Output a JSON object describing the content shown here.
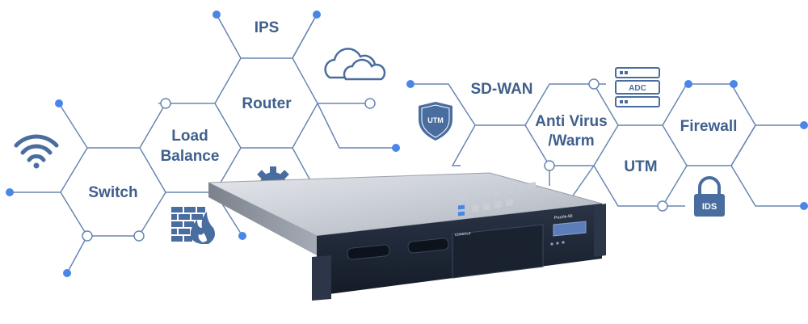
{
  "colors": {
    "line": "#6a86b2",
    "node": "#4a86e8",
    "text": "#3f5f8c",
    "icon": "#4a6da0",
    "chassis": "#1c2636",
    "chassis_top": "#c9ced6"
  },
  "labels": {
    "ips": "IPS",
    "router": "Router",
    "load_balance_1": "Load",
    "load_balance_2": "Balance",
    "switch": "Switch",
    "sdwan": "SD-WAN",
    "antivirus_1": "Anti Virus",
    "antivirus_2": "/Warm",
    "utm": "UTM",
    "firewall": "Firewall"
  },
  "icons": {
    "utm_badge": "UTM",
    "adc_server": "ADC",
    "ids_lock": "IDS",
    "wifi": "wifi-icon",
    "cloud": "cloud-icon",
    "gears": "gear-icon",
    "firewall_wall": "firewall-icon"
  },
  "device": {
    "model_label": "Puzzle-50",
    "console_label": "CONSOLE"
  }
}
